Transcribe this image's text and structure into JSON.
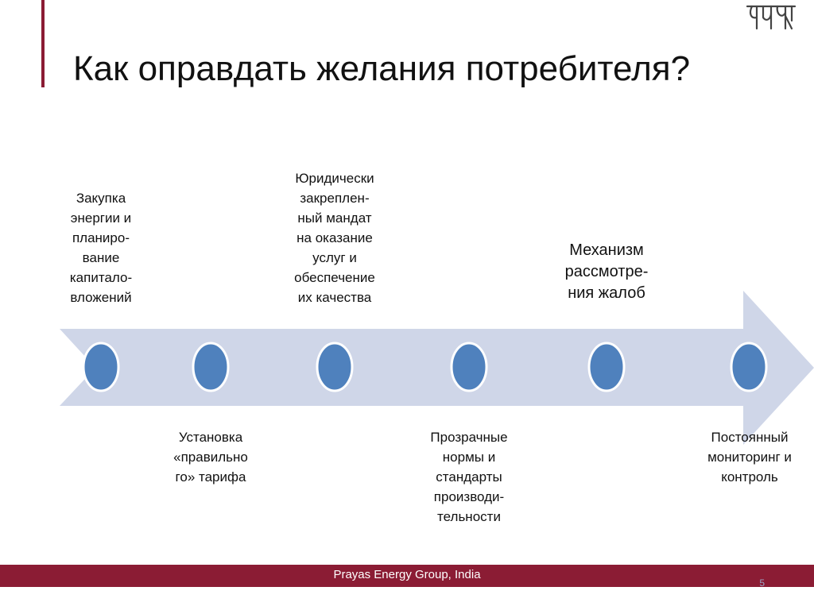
{
  "slide": {
    "title": "Как оправдать желания потребителя?",
    "footer": "Prayas Energy Group, India",
    "page_number": "5",
    "logo_text": "प्रयास"
  },
  "colors": {
    "accent": "#8b1c34",
    "arrow_fill": "#cfd6e8",
    "node_fill": "#4f81bd",
    "node_stroke": "#ffffff"
  },
  "steps_top": [
    {
      "label": "Закупка\nэнергии и\nпланиро-\nвание\nкапитало-\nвложений"
    },
    {
      "label": "Юридически\nзакреплен-\nный мандат\nна оказание\nуслуг и\nобеспечение\nих качества"
    },
    {
      "label": "Механизм\nрассмотре-\nния жалоб"
    }
  ],
  "steps_bottom": [
    {
      "label": "Установка\n«правильно\nго» тарифа"
    },
    {
      "label": "Прозрачные\nнормы и\nстандарты\nпроизводи-\nтельности"
    },
    {
      "label": "Постоянный\nмониторинг и\nконтроль"
    }
  ]
}
